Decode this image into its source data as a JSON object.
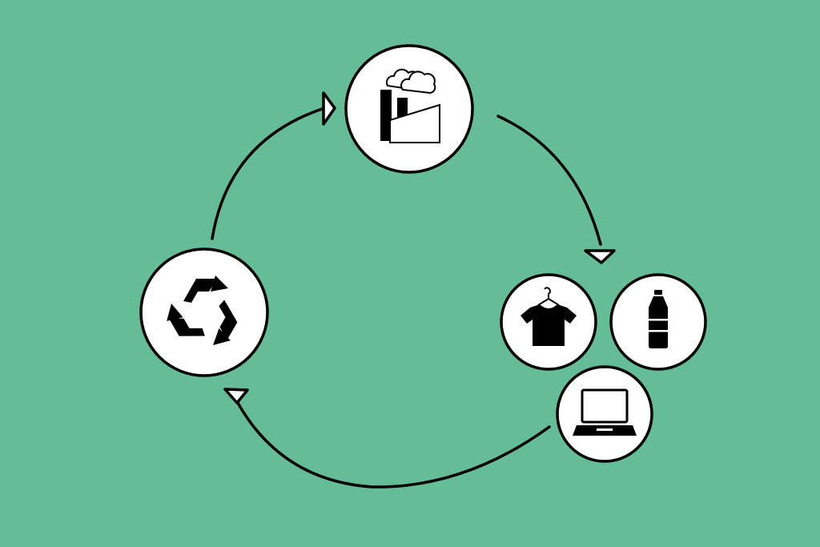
{
  "diagram": {
    "type": "circular-lifecycle",
    "background_color": "#64bd96",
    "stroke_color": "#000000",
    "node_fill": "#ffffff",
    "nodes": [
      {
        "id": "manufacturing",
        "icons": [
          "factory-icon"
        ]
      },
      {
        "id": "products",
        "icons": [
          "t-shirt-icon",
          "bottle-icon",
          "laptop-icon"
        ]
      },
      {
        "id": "recycling",
        "icons": [
          "recycle-icon"
        ]
      }
    ],
    "edges": [
      {
        "from": "manufacturing",
        "to": "products"
      },
      {
        "from": "products",
        "to": "recycling"
      },
      {
        "from": "recycling",
        "to": "manufacturing"
      }
    ]
  }
}
